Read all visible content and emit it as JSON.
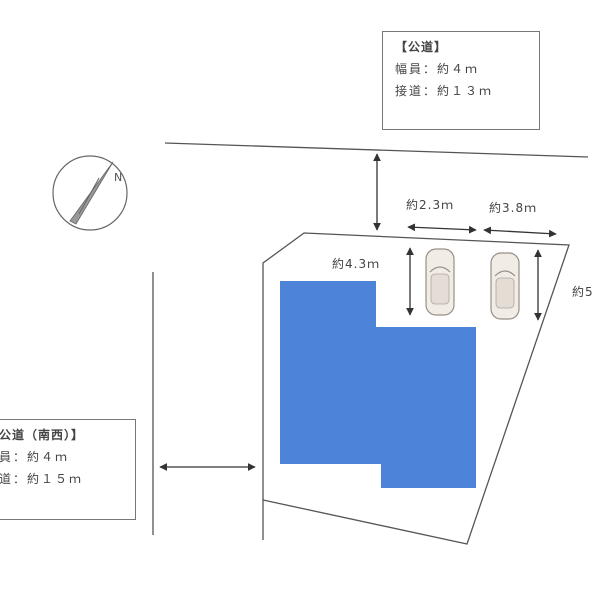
{
  "north_road": {
    "title": "【公道】",
    "width_line": "幅員：約４ｍ",
    "frontage_line": "接道：約１３ｍ"
  },
  "west_road": {
    "title": "公道（南西）】",
    "width_line": "員：約４ｍ",
    "frontage_line": "道：約１５ｍ"
  },
  "dimensions": {
    "setback_depth": "約4.3ｍ",
    "parking_width_1": "約2.3ｍ",
    "parking_width_2": "約3.8ｍ",
    "right_depth": "約5"
  },
  "compass": {
    "label": "N"
  },
  "colors": {
    "building": "#4d83d8",
    "lines": "#555555",
    "car_body": "#f1ece6"
  }
}
